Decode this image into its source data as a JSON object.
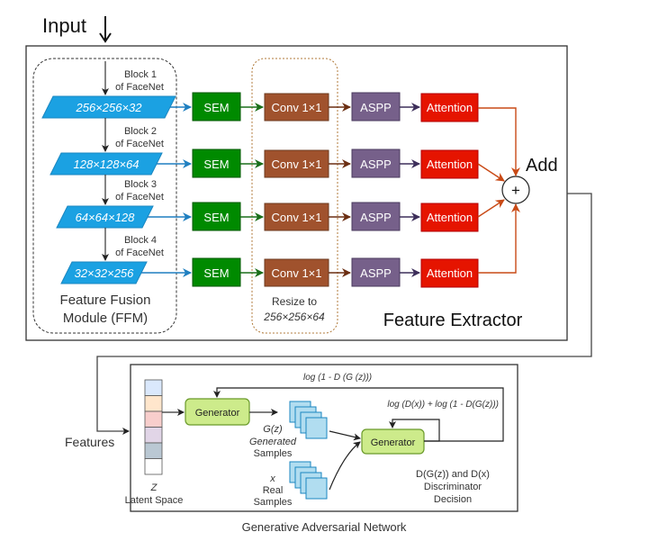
{
  "input_label": "Input",
  "feature_extractor": {
    "title": "Feature Extractor",
    "ffm_label_line1": "Feature Fusion",
    "ffm_label_line2": "Module (FFM)",
    "resize_label_line1": "Resize to",
    "resize_label_line2": "256×256×64",
    "add_label": "Add",
    "add_symbol": "+",
    "rows": [
      {
        "block_line1": "Block 1",
        "block_line2": "of FaceNet",
        "shape": "256×256×32",
        "sem": "SEM",
        "conv": "Conv 1×1",
        "aspp": "ASPP",
        "attention": "Attention"
      },
      {
        "block_line1": "Block 2",
        "block_line2": "of FaceNet",
        "shape": "128×128×64",
        "sem": "SEM",
        "conv": "Conv 1×1",
        "aspp": "ASPP",
        "attention": "Attention"
      },
      {
        "block_line1": "Block 3",
        "block_line2": "of FaceNet",
        "shape": "64×64×128",
        "sem": "SEM",
        "conv": "Conv 1×1",
        "aspp": "ASPP",
        "attention": "Attention"
      },
      {
        "block_line1": "Block 4",
        "block_line2": "of FaceNet",
        "shape": "32×32×256",
        "sem": "SEM",
        "conv": "Conv 1×1",
        "aspp": "ASPP",
        "attention": "Attention"
      }
    ]
  },
  "gan": {
    "title": "Generative Adversarial Network",
    "features_label": "Features",
    "latent_label_line1": "Z",
    "latent_label_line2": "Latent Space",
    "latent_colors": [
      "#dae8fc",
      "#ffe6cc",
      "#f8cecc",
      "#e1d5e7",
      "#bac8d3",
      "#ffffff"
    ],
    "generator_label": "Generator",
    "discriminator_box_label": "Generator",
    "generated_line1": "G(z)",
    "generated_line2": "Generated",
    "generated_line3": "Samples",
    "real_line1": "x",
    "real_line2": "Real",
    "real_line3": "Samples",
    "loss_generator": "log (1 - D (G (z)))",
    "loss_discriminator": "log (D(x)) + log (1 - D(G(z)))",
    "decision_line1": "D(G(z)) and D(x)",
    "decision_line2": "Discriminator",
    "decision_line3": "Decision"
  },
  "colors": {
    "shape_fill": "#1ba1e2",
    "sem_fill": "#008a00",
    "conv_fill": "#a0522d",
    "aspp_fill": "#76608a",
    "attention_fill": "#e51400",
    "add_arrow": "#c94a16",
    "generator_fill": "#cdeb8b",
    "sample_fill": "#b1ddf0"
  }
}
